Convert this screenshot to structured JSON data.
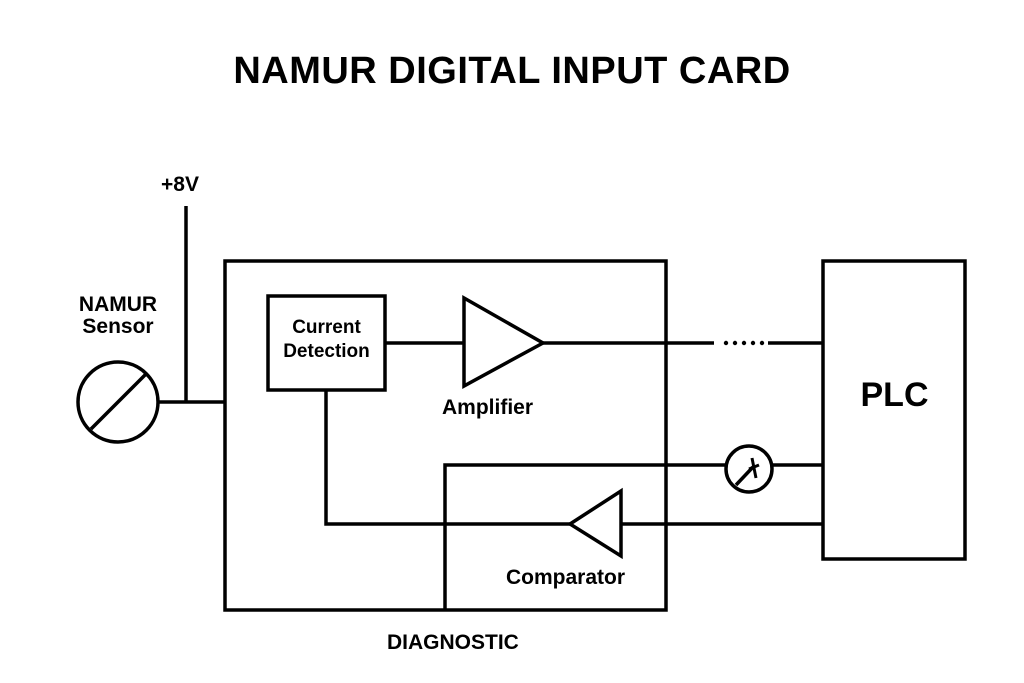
{
  "title": "NAMUR DIGITAL INPUT CARD",
  "supply_label": "+8V",
  "sensor": {
    "line1": "NAMUR",
    "line2": "Sensor",
    "icon": "sensor-circle-slash-icon"
  },
  "blocks": {
    "current_detection": {
      "line1": "Current",
      "line2": "Detection"
    },
    "amplifier": {
      "label": "Amplifier",
      "icon": "amplifier-triangle-right"
    },
    "comparator": {
      "label": "Comparator",
      "icon": "comparator-triangle-left"
    },
    "plc": {
      "label": "PLC"
    },
    "diagnostic": {
      "label": "DIAGNOSTIC"
    },
    "variable_resistor": {
      "icon": "variable-resistor-icon"
    }
  },
  "colors": {
    "stroke": "#000000",
    "background": "#ffffff"
  }
}
